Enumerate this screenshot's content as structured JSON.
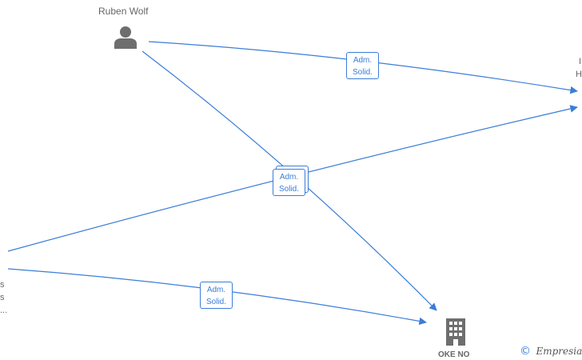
{
  "nodes": {
    "person": {
      "name": "Ruben Wolf",
      "icon": "person-icon"
    },
    "company": {
      "name": "OKE NO",
      "icon": "building-icon"
    },
    "left_entity_fragment": {
      "lines": [
        "s",
        "s",
        "..."
      ]
    },
    "right_entity_fragment": {
      "lines": [
        "I",
        "H"
      ]
    }
  },
  "edges": [
    {
      "role_line1": "Adm.",
      "role_line2": "Solid."
    },
    {
      "role_line1": "Adm.",
      "role_line2": "Solid."
    },
    {
      "role_line1": "Adm.",
      "role_line2": "Solid."
    }
  ],
  "watermark": {
    "symbol": "©",
    "brand": "Empresia"
  },
  "colors": {
    "edge": "#3b7dd8",
    "icon": "#6e6e6e",
    "label": "#666666",
    "brand_orange": "#f5a623"
  }
}
